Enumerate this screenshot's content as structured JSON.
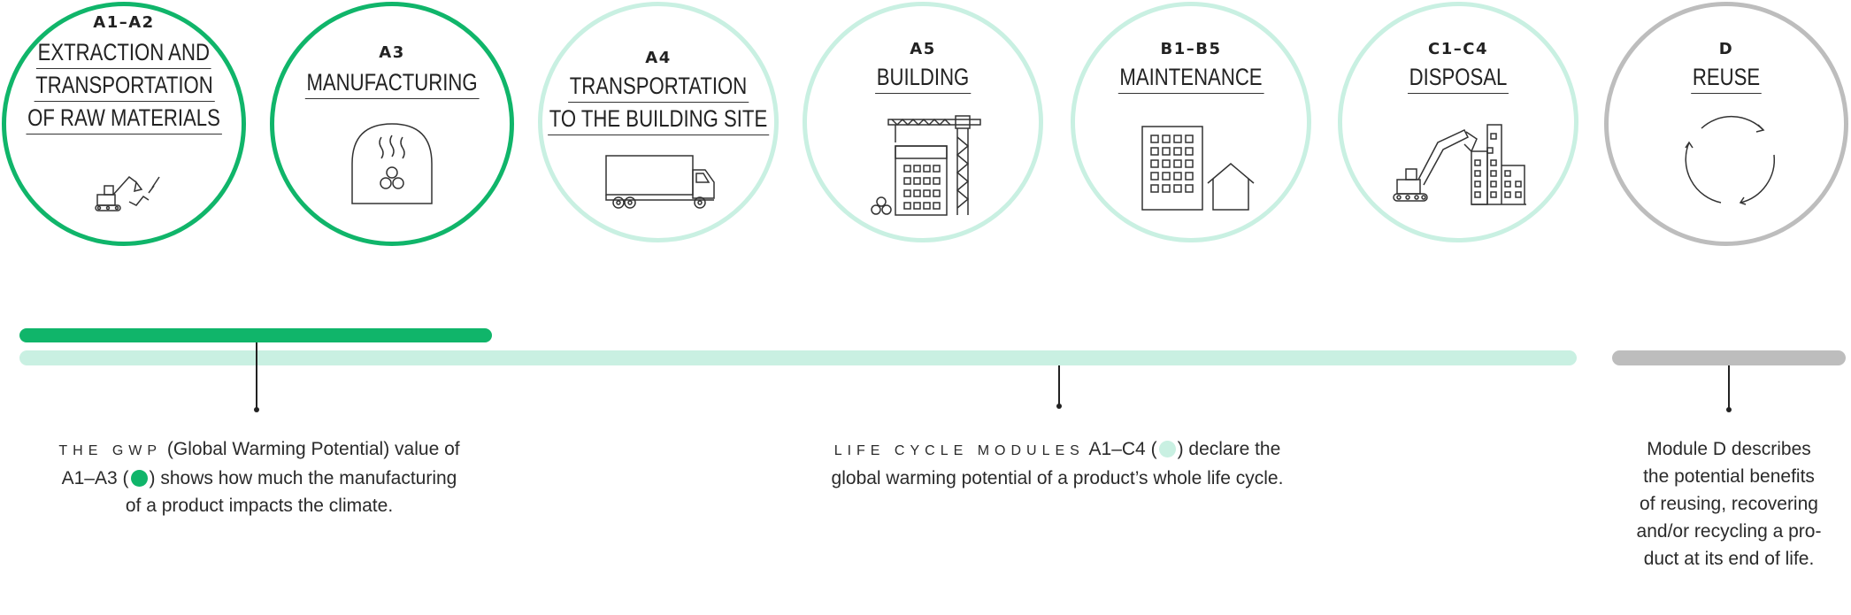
{
  "modules": [
    {
      "code": "A1–A2",
      "lines": [
        "EXTRACTION AND",
        "TRANSPORTATION",
        "OF RAW MATERIALS"
      ],
      "icon": "excavator-icon",
      "variant": "strong"
    },
    {
      "code": "A3",
      "lines": [
        "MANUFACTURING"
      ],
      "icon": "kiln-icon",
      "variant": "strong"
    },
    {
      "code": "A4",
      "lines": [
        "TRANSPORTATION",
        "TO THE BUILDING SITE"
      ],
      "icon": "truck-icon",
      "variant": "light"
    },
    {
      "code": "A5",
      "lines": [
        "BUILDING"
      ],
      "icon": "crane-building-icon",
      "variant": "light"
    },
    {
      "code": "B1–B5",
      "lines": [
        "MAINTENANCE"
      ],
      "icon": "building-house-icon",
      "variant": "light"
    },
    {
      "code": "C1–C4",
      "lines": [
        "DISPOSAL"
      ],
      "icon": "demolition-icon",
      "variant": "light"
    },
    {
      "code": "D",
      "lines": [
        "REUSE"
      ],
      "icon": "cycle-arrows-icon",
      "variant": "reuse"
    }
  ],
  "colors": {
    "strong": "#10b56a",
    "light": "#c9f0e2",
    "reuse": "#bdbdbd"
  },
  "notes": {
    "gwp": {
      "lead": "THE GWP",
      "rest1": " (Global Warming Potential) value of",
      "line2a": "A1–A3 (",
      "line2b": ") shows how much the manufacturing",
      "line3": "of a product impacts the climate."
    },
    "lifecycle": {
      "lead": "LIFE CYCLE MODULES",
      "rest1a": " A1–C4 (",
      "rest1b": ") declare the",
      "line2": "global warming potential of a product’s whole life cycle."
    },
    "module_d": {
      "lines": [
        "Module D describes",
        "the potential benefits",
        "of reusing, recovering",
        "and/or recycling a pro-",
        "duct at its end of life."
      ]
    }
  }
}
